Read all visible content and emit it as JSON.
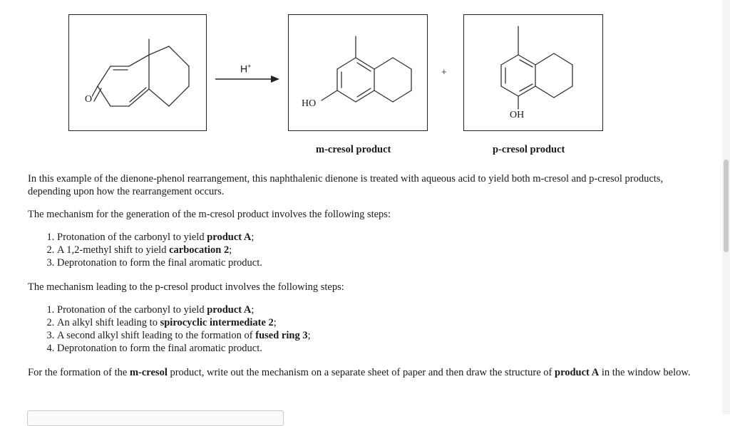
{
  "figure": {
    "reagent": "H",
    "reagent_charge": "+",
    "plus_sign": "+",
    "reactant_atoms": {
      "oxygen": "O"
    },
    "meta_product_atoms": {
      "hydroxyl": "HO"
    },
    "para_product_atoms": {
      "hydroxyl": "OH"
    },
    "meta_caption": "m-cresol product",
    "para_caption": "p-cresol product"
  },
  "intro": {
    "text": "In this example of the dienone-phenol rearrangement, this naphthalenic dienone is treated with aqueous acid to yield both m-cresol and p-cresol products, depending upon how the rearrangement occurs."
  },
  "meta_mechanism": {
    "heading": "The mechanism for the generation of the m-cresol product involves the following steps:",
    "steps": [
      {
        "pre": "Protonation of the carbonyl to yield ",
        "bold": "product A",
        "post": ";"
      },
      {
        "pre": "A 1,2-methyl shift to yield ",
        "bold": "carbocation 2",
        "post": ";"
      },
      {
        "pre": "Deprotonation to form the final aromatic product.",
        "bold": "",
        "post": ""
      }
    ]
  },
  "para_mechanism": {
    "heading": "The mechanism leading to the p-cresol product involves the following steps:",
    "steps": [
      {
        "pre": "Protonation of the carbonyl to yield ",
        "bold": "product A",
        "post": ";"
      },
      {
        "pre": "An alkyl shift leading to ",
        "bold": "spirocyclic intermediate 2",
        "post": ";"
      },
      {
        "pre": "A second alkyl shift leading to the formation of ",
        "bold": "fused ring 3",
        "post": ";"
      },
      {
        "pre": "Deprotonation to form the final aromatic product.",
        "bold": "",
        "post": ""
      }
    ]
  },
  "instruction": {
    "pre": "For the formation of the ",
    "bold1": "m-cresol",
    "mid": " product, write out the mechanism on a separate sheet of paper and then draw the structure of ",
    "bold2": "product A",
    "post": " in the window below."
  }
}
